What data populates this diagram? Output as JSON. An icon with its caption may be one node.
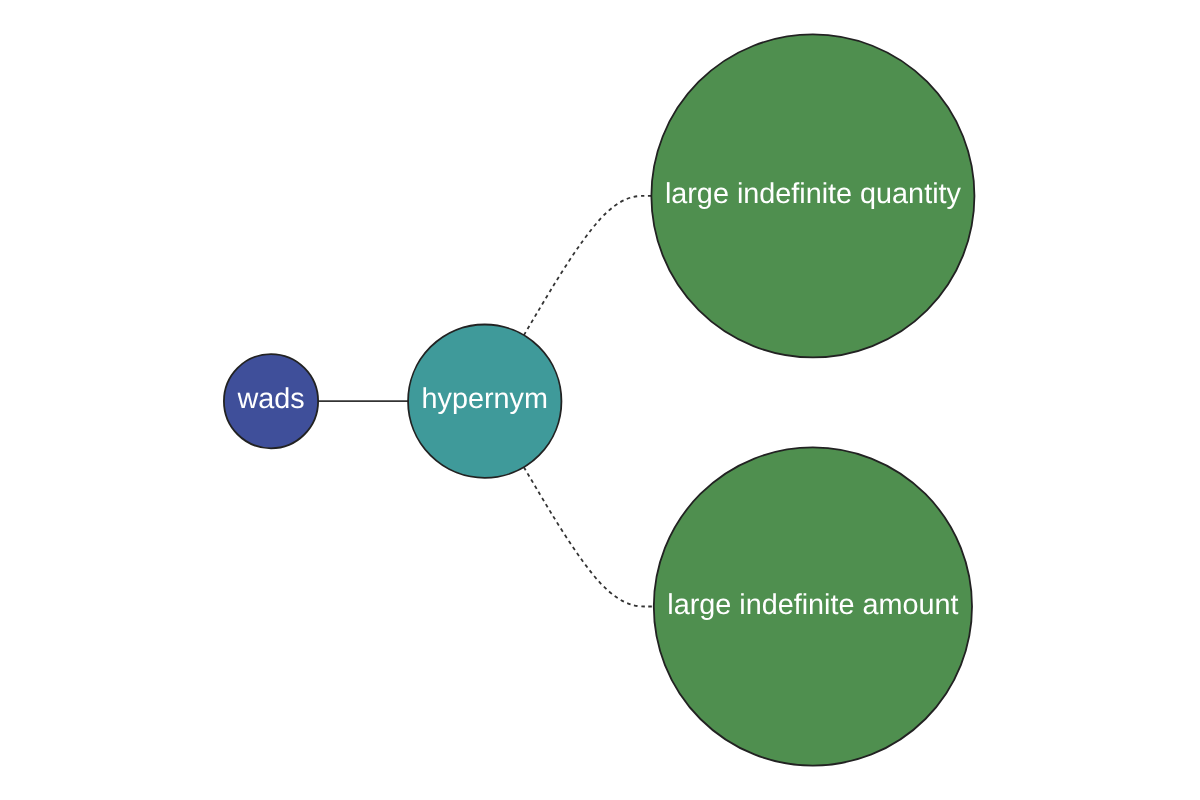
{
  "diagram": {
    "nodes": [
      {
        "text": [
          "wads"
        ]
      },
      {
        "text": [
          "hypernym"
        ]
      },
      {
        "text": [
          "large indefinite quantity"
        ]
      },
      {
        "text": [
          "large indefinite amount"
        ]
      }
    ],
    "edges": [
      {
        "from": 0,
        "to": 1,
        "arrow": "none"
      },
      {
        "from": 1,
        "to": 2,
        "arrow": "none",
        "style": "dashed"
      },
      {
        "from": 1,
        "to": 3,
        "arrow": "none",
        "style": "dashed"
      }
    ]
  }
}
